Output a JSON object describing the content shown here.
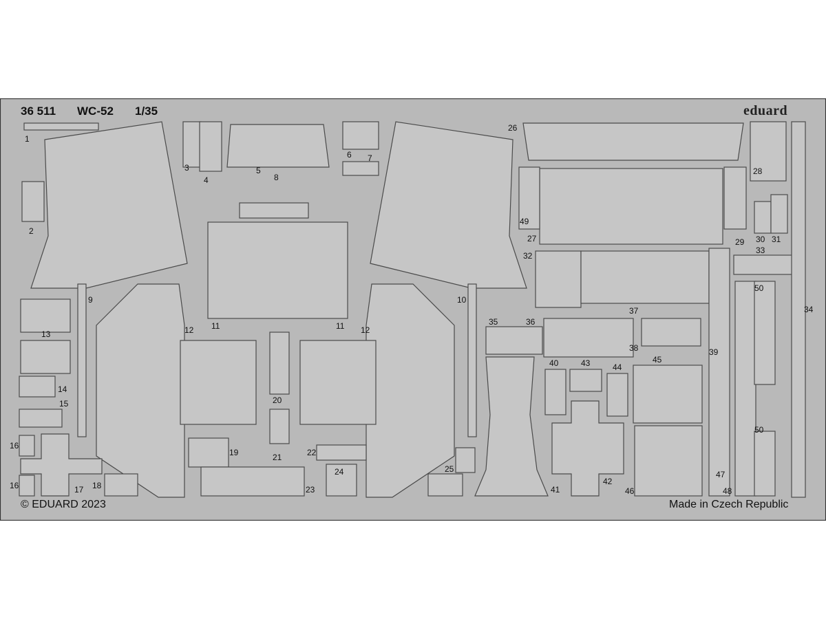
{
  "sheet": {
    "code": "36 511",
    "model": "WC-52",
    "scale": "1/35",
    "brand": "eduard",
    "copyright": "© EDUARD 2023",
    "origin": "Made in Czech Republic",
    "colors": {
      "fret": "#b9b9b9",
      "part": "#c6c6c6",
      "edge": "#4a4a4a",
      "background": "#ffffff"
    }
  },
  "part_labels": [
    "1",
    "2",
    "3",
    "4",
    "5",
    "6",
    "7",
    "8",
    "9",
    "10",
    "11",
    "11",
    "12",
    "12",
    "13",
    "14",
    "15",
    "16",
    "16",
    "17",
    "18",
    "19",
    "20",
    "21",
    "22",
    "23",
    "24",
    "25",
    "26",
    "27",
    "28",
    "29",
    "30",
    "31",
    "32",
    "33",
    "34",
    "35",
    "36",
    "37",
    "38",
    "39",
    "40",
    "41",
    "42",
    "43",
    "44",
    "45",
    "46",
    "47",
    "48",
    "49",
    "50",
    "50"
  ]
}
